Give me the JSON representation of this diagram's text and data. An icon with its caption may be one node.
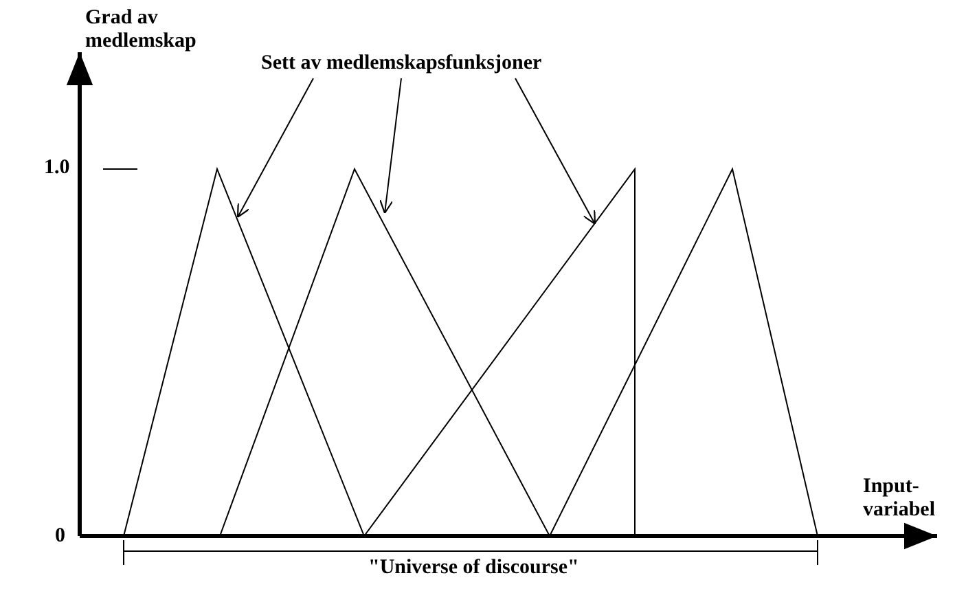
{
  "diagram": {
    "nodes": [
      {
        "text": [
          "Sett av medlemskapsfunksjoner"
        ]
      },
      {
        "text": [],
        "shape": "triangle"
      },
      {
        "text": [],
        "shape": "triangle"
      },
      {
        "text": [],
        "shape": "triangle"
      },
      {
        "text": [],
        "shape": "triangle"
      }
    ],
    "edges": [
      {
        "from": 0,
        "to": 1,
        "arrow": "to"
      },
      {
        "from": 0,
        "to": 2,
        "arrow": "to"
      },
      {
        "from": 0,
        "to": 3,
        "arrow": "to"
      }
    ],
    "labels": [
      "Grad av medlemskap",
      "1.0",
      "0",
      "Input-variabel",
      "\"Universe of discourse\""
    ]
  }
}
